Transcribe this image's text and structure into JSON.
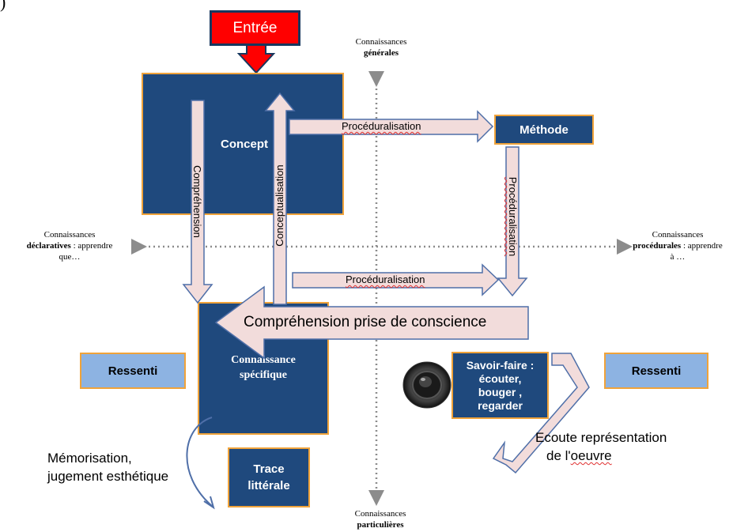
{
  "top_fragment": ")",
  "entree": "Entrée",
  "axis": {
    "top_line1": "Connaissances",
    "top_line2": "générales",
    "bottom_line1": "Connaissances",
    "bottom_line2": "particulières",
    "left_line1": "Connaissances",
    "left_bold": "déclaratives",
    "left_rest": " : apprendre",
    "left_line3": "que…",
    "right_line1": "Connaissances",
    "right_bold": "procédurales",
    "right_rest": " : apprendre",
    "right_line3": "à …"
  },
  "boxes": {
    "concept": "Concept",
    "methode": "Méthode",
    "connaissance_line1": "Connaissance",
    "connaissance_line2": "spécifique",
    "savoir_line1": "Savoir-faire :",
    "savoir_line2": "écouter,",
    "savoir_line3": "bouger  ,",
    "savoir_line4": "regarder",
    "trace_line1": "Trace",
    "trace_line2": "littérale",
    "ressenti_left": "Ressenti",
    "ressenti_right": "Ressenti"
  },
  "arrows": {
    "comprehension": "Compréhension",
    "conceptualisation": "Conceptualisation",
    "proceduralisation_top": "Procéduralisation",
    "proceduralisation_vertical": "Procéduralisation",
    "proceduralisation_middle": "Procéduralisation",
    "comprehension_prise": "Compréhension prise de conscience"
  },
  "labels": {
    "memorisation_line1": "Mémorisation,",
    "memorisation_line2": "jugement esthétique",
    "ecoute_line1": "Ecoute représentation",
    "ecoute_line2_a": "de l'",
    "ecoute_line2_b": "oeuvre"
  },
  "colors": {
    "navy": "#1F497D",
    "light_blue": "#8DB3E2",
    "arrow_fill": "#F2DCDB",
    "arrow_stroke": "#4F6FA8",
    "entree_red": "#FF0000",
    "box_border": "#F0A33A"
  }
}
